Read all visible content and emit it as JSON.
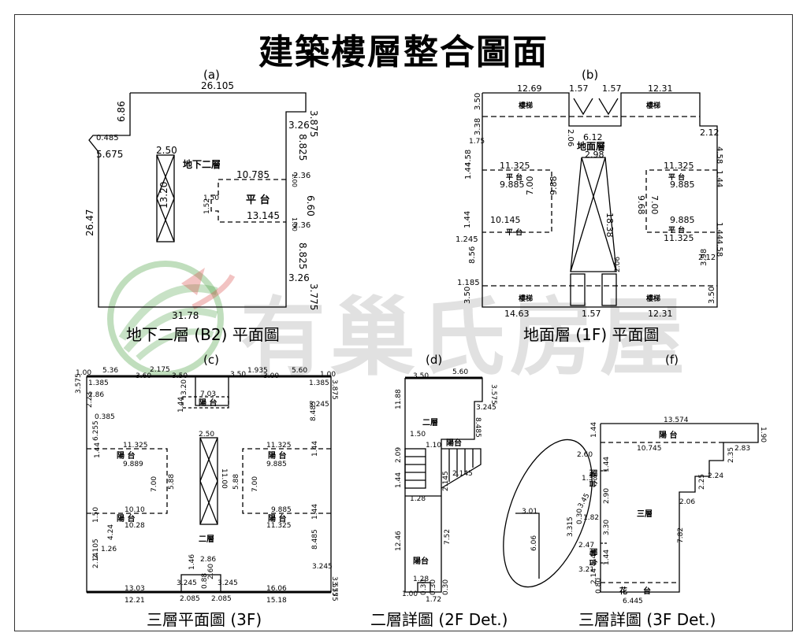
{
  "title": "建築樓層整合圖面",
  "watermark": {
    "text": "有巢氏房屋",
    "color": "#4aa043",
    "accent": "#d9534f"
  },
  "panels": {
    "a": {
      "letter": "(a)",
      "caption": "地下二層 (B2) 平面圖",
      "room": "地下二層",
      "platform": "平 台",
      "dims": [
        "26.105",
        "3.875",
        "6.86",
        "5.675",
        "0.485",
        "2.50",
        "13.20",
        "26.47",
        "10.785",
        "2.36",
        "1.50",
        "1.52",
        "6.60",
        "13.145",
        "2.36",
        "3.26",
        "8.825",
        "8.825",
        "3.26",
        "3.775",
        "31.78",
        "1.00",
        "1.00"
      ]
    },
    "b": {
      "letter": "(b)",
      "caption": "地面層 (1F) 平面圖",
      "room": "地面層",
      "stair": "樓梯",
      "platform": "平 台",
      "dims": [
        "12.69",
        "1.57",
        "1.57",
        "12.31",
        "3.50",
        "3.38",
        "1.75",
        "2.06",
        "6.12",
        "2.12",
        "2.98",
        "4.58",
        "1.44",
        "11.325",
        "9.885",
        "7.00",
        "9.88",
        "11.325",
        "9.885",
        "7.00",
        "9.68",
        "4.58",
        "1.44",
        "10.145",
        "1.44",
        "1.245",
        "8.56",
        "18.38",
        "9.885",
        "11.325",
        "1.44",
        "4.58",
        "2.12",
        "3.98",
        "1.185",
        "2.06",
        "3.50",
        "3.50",
        "14.63",
        "1.57",
        "12.31"
      ]
    },
    "c": {
      "letter": "(c)",
      "caption": "三層平面圖 (3F)",
      "room": "二層",
      "balcony": "陽 台",
      "dims": [
        "1.00",
        "5.36",
        "3.60",
        "2.175",
        "3.50",
        "3.50",
        "1.935",
        "3.00",
        "5.60",
        "1.00",
        "3.575",
        "1.385",
        "2.86",
        "2.23",
        "0.385",
        "1.44",
        "3.20",
        "7.03",
        "1.385",
        "3.875",
        "3.245",
        "6.255",
        "11.325",
        "9.889",
        "1.44",
        "2.50",
        "11.00",
        "11.325",
        "9.885",
        "1.44",
        "8.485",
        "7.00",
        "5.88",
        "5.88",
        "7.00",
        "10.10",
        "10.28",
        "1.50",
        "4.24",
        "9.885",
        "11.325",
        "1.44",
        "8.485",
        "2.105",
        "1.26",
        "2.14",
        "3.245",
        "3.575",
        "1.46",
        "2.86",
        "2.60",
        "0.88",
        "3.245",
        "3.245",
        "13.03",
        "2.085",
        "2.085",
        "16.06",
        "3.575",
        "12.21",
        "15.18"
      ]
    },
    "d": {
      "letter": "(d)",
      "caption": "二層詳圖 (2F Det.)",
      "room": "二層",
      "balcony": "陽台",
      "dims": [
        "3.50",
        "5.60",
        "3.575",
        "11.88",
        "3.245",
        "8.485",
        "1.50",
        "1.10",
        "2.09",
        "1.44",
        "1.28",
        "2.145",
        "2.145",
        "12.46",
        "7.52",
        "1.28",
        "1.00",
        "0.30",
        "0.30",
        "1.72",
        "0.30"
      ]
    },
    "f": {
      "letter": "(f)",
      "caption": "三層詳圖 (3F Det.)",
      "room": "三層",
      "balcony": "陽 台",
      "flower": "花　　台",
      "dims": [
        "13.574",
        "1.44",
        "1.90",
        "10.745",
        "2.83",
        "2.60",
        "2.35",
        "2.24",
        "1.44",
        "1.38",
        "2.90",
        "2.25",
        "2.06",
        "1.82",
        "3.45",
        "3.01",
        "6.06",
        "3.315",
        "0.30",
        "3.30",
        "2.47",
        "1.44",
        "1.44",
        "3.21",
        "2.14",
        "0.80",
        "7.82",
        "6.445"
      ]
    }
  }
}
